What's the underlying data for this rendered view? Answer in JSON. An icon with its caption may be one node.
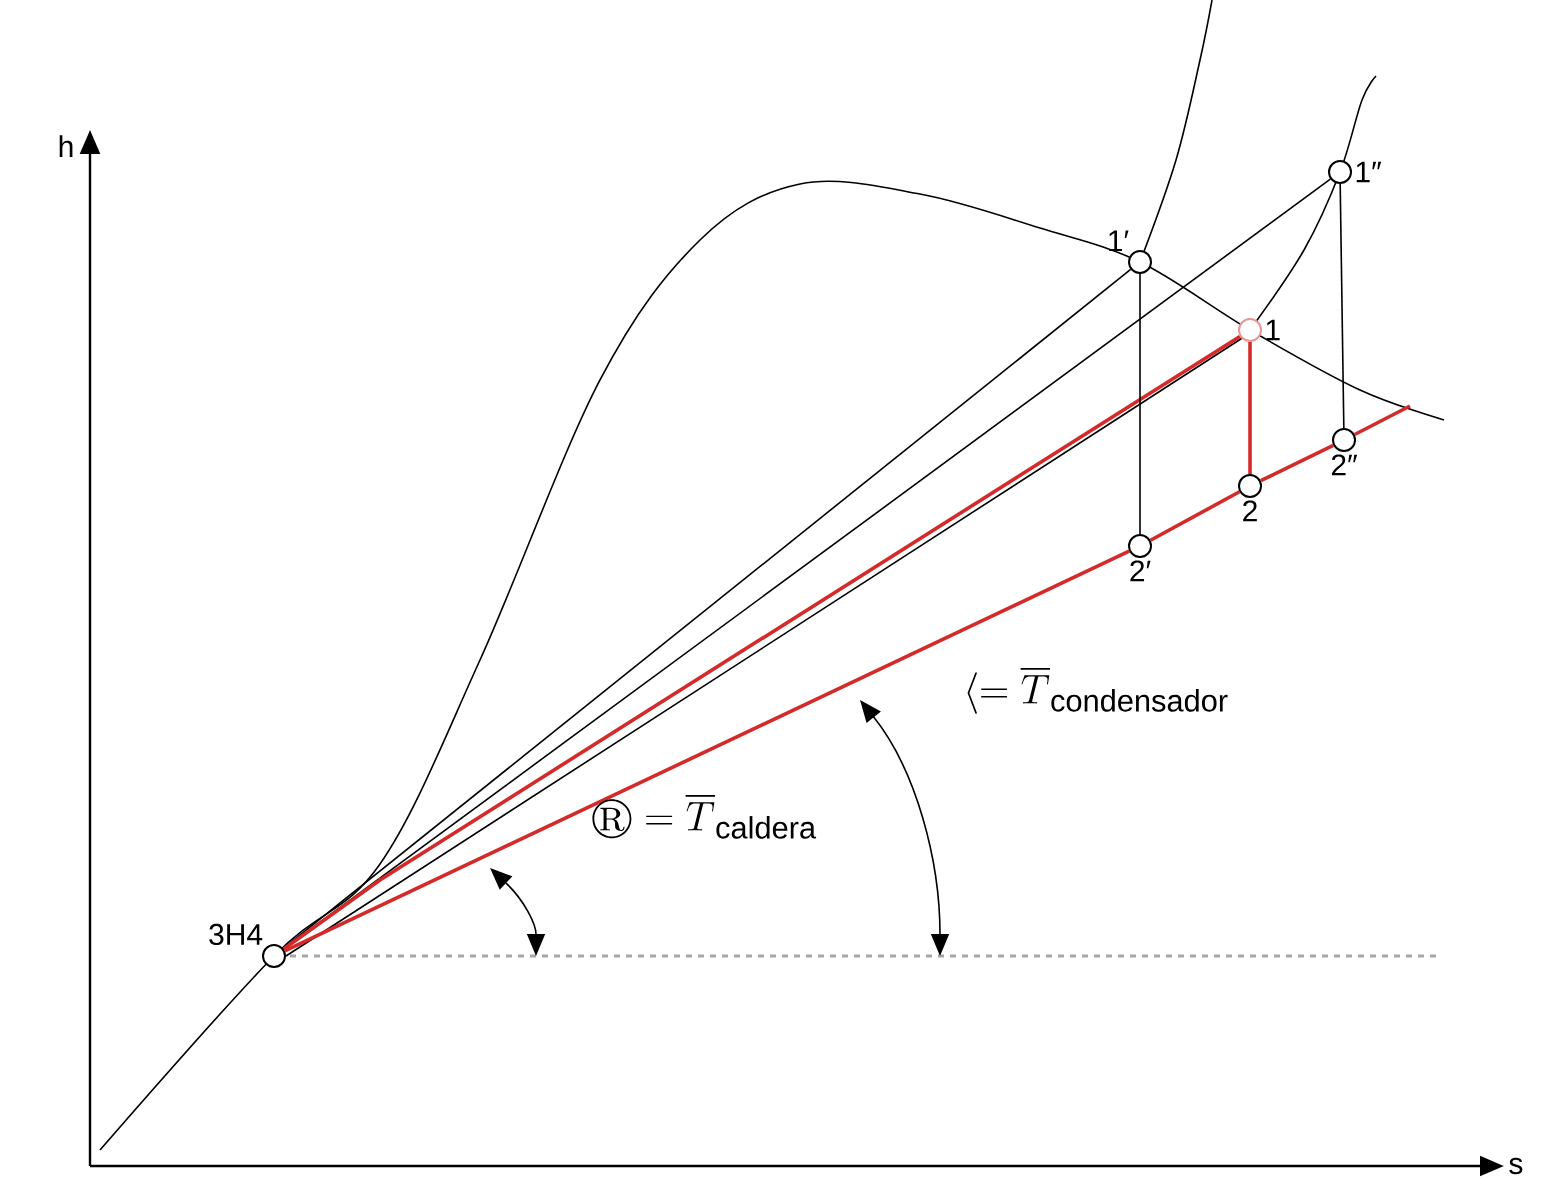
{
  "diagram": {
    "nodes": [
      {
        "text": [
          "3H4"
        ]
      },
      {
        "text": [
          "1′"
        ]
      },
      {
        "text": [
          "1″"
        ]
      },
      {
        "text": [
          "1"
        ]
      },
      {
        "text": [
          "2′"
        ]
      },
      {
        "text": [
          "2"
        ]
      },
      {
        "text": [
          "2″"
        ]
      }
    ],
    "edges": [
      {
        "from": 0,
        "to": 1,
        "arrow": "none",
        "color": "#000000"
      },
      {
        "from": 0,
        "to": 2,
        "arrow": "none",
        "color": "#000000"
      },
      {
        "from": 0,
        "to": 3,
        "arrow": "none",
        "color": "#000000"
      },
      {
        "from": 0,
        "to": 3,
        "arrow": "none",
        "color": "#d42a2a"
      },
      {
        "from": 1,
        "to": 4,
        "arrow": "none",
        "color": "#000000"
      },
      {
        "from": 2,
        "to": 6,
        "arrow": "none",
        "color": "#000000"
      },
      {
        "from": 3,
        "to": 5,
        "arrow": "none",
        "color": "#d42a2a"
      },
      {
        "from": 0,
        "to": 4,
        "arrow": "none",
        "color": "#d42a2a"
      },
      {
        "from": 4,
        "to": 5,
        "arrow": "none",
        "color": "#d42a2a"
      },
      {
        "from": 5,
        "to": 6,
        "arrow": "none",
        "color": "#d42a2a"
      }
    ],
    "labels": [
      "h",
      "s",
      "\\circledR =\\overline{T}_{\\mathrm{caldera}}",
      "\\langle =\\overline{T}_{\\mathrm{condensador}}"
    ]
  }
}
